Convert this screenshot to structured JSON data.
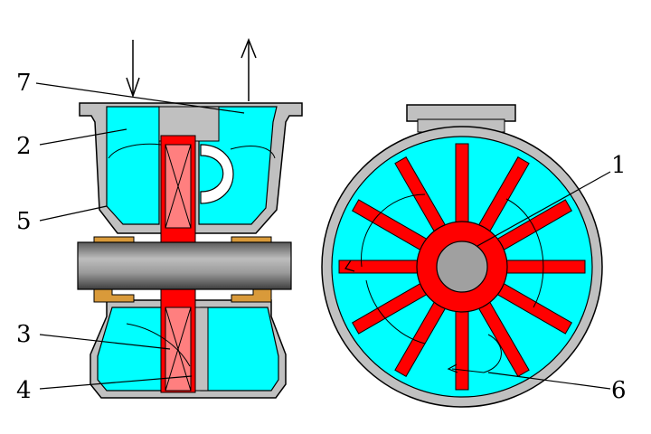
{
  "colors": {
    "water": "#00ffff",
    "rotor": "#ff7f7f",
    "impeller": "#ff0000",
    "casing": "#c0c0c0",
    "shaft": "#8a8a8a",
    "bearing": "#d99a3a",
    "outline": "#000000"
  },
  "callouts": [
    {
      "id": "1",
      "text": "1"
    },
    {
      "id": "2",
      "text": "2"
    },
    {
      "id": "3",
      "text": "3"
    },
    {
      "id": "4",
      "text": "4"
    },
    {
      "id": "5",
      "text": "5"
    },
    {
      "id": "6",
      "text": "6"
    },
    {
      "id": "7",
      "text": "7"
    }
  ]
}
